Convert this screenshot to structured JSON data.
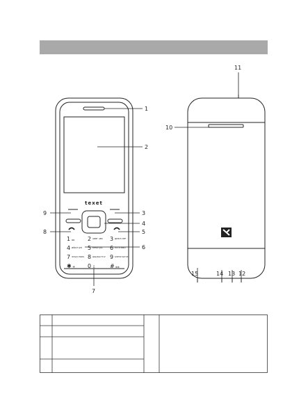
{
  "brand": "texet",
  "callouts": {
    "c1": "1",
    "c2": "2",
    "c3": "3",
    "c4": "4",
    "c5": "5",
    "c6": "6",
    "c7": "7",
    "c8": "8",
    "c9": "9",
    "c10": "10",
    "c11": "11",
    "c12": "12",
    "c13": "13",
    "c14": "14",
    "c15": "15"
  },
  "keypad": [
    {
      "digit": "1",
      "letters": "oo"
    },
    {
      "digit": "2",
      "letters": "АБВГ ABC"
    },
    {
      "digit": "3",
      "letters": "ДЕЖЗ DEF"
    },
    {
      "digit": "4",
      "letters": "ИЙКЛ GHI"
    },
    {
      "digit": "5",
      "letters": "МНОП JKL"
    },
    {
      "digit": "6",
      "letters": "РСТУ MNO"
    },
    {
      "digit": "7",
      "letters": "ФХЦЧ PQRS"
    },
    {
      "digit": "8",
      "letters": "ШЩЪЫ TUV"
    },
    {
      "digit": "9",
      "letters": "ЬЭЮЯ WXYZ"
    },
    {
      "digit": "✱",
      "letters": "+"
    },
    {
      "digit": "0",
      "letters": "⇩"
    },
    {
      "digit": "#",
      "letters": "⊕⊕"
    }
  ]
}
